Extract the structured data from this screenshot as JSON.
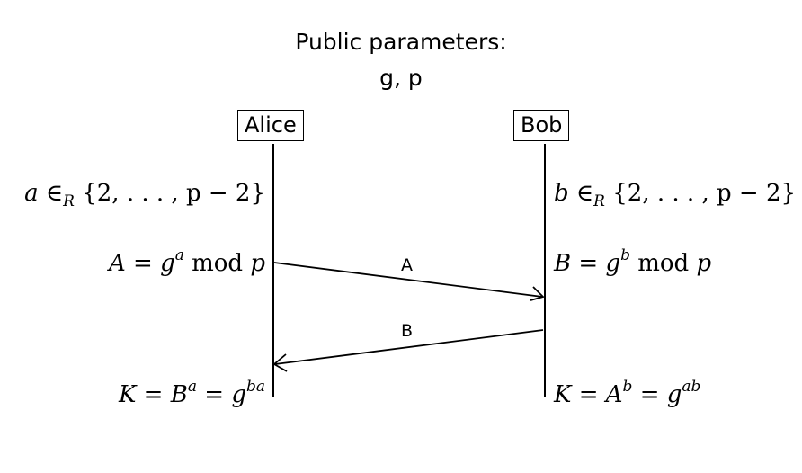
{
  "header": {
    "title": "Public parameters:",
    "params": "g, p"
  },
  "participants": [
    {
      "name": "Alice"
    },
    {
      "name": "Bob"
    }
  ],
  "alice": {
    "secret": {
      "var": "a",
      "rel": "∈",
      "rel_sub": "R",
      "set": "{2, . . . , p − 2}"
    },
    "public": {
      "lhs": "A",
      "eq": "=",
      "base": "g",
      "exp": "a",
      "mod": "mod",
      "modulus": "p"
    },
    "key": {
      "lhs": "K",
      "eq1": "=",
      "b": "B",
      "b_exp": "a",
      "eq2": "=",
      "g": "g",
      "g_exp": "ba"
    }
  },
  "bob": {
    "secret": {
      "var": "b",
      "rel": "∈",
      "rel_sub": "R",
      "set": "{2, . . . , p − 2}"
    },
    "public": {
      "lhs": "B",
      "eq": "=",
      "base": "g",
      "exp": "b",
      "mod": "mod",
      "modulus": "p"
    },
    "key": {
      "lhs": "K",
      "eq1": "=",
      "a": "A",
      "a_exp": "b",
      "eq2": "=",
      "g": "g",
      "g_exp": "ab"
    }
  },
  "messages": [
    {
      "label": "A",
      "from": "Alice",
      "to": "Bob"
    },
    {
      "label": "B",
      "from": "Bob",
      "to": "Alice"
    }
  ]
}
